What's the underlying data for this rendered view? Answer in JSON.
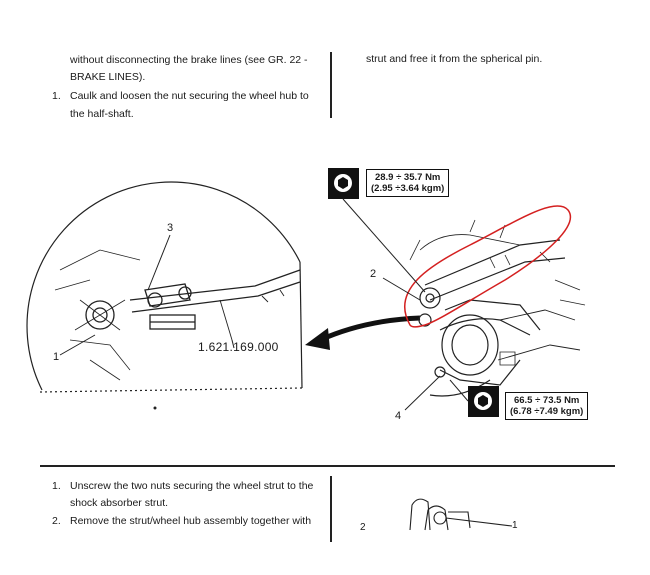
{
  "top_left": {
    "line1": "without disconnecting the brake lines (see GR. 22 -",
    "line2": "BRAKE LINES).",
    "step1_num": "1.",
    "step1_line1": "Caulk and loosen the nut securing the wheel hub to",
    "step1_line2": "the half-shaft."
  },
  "top_right": {
    "line1": "strut and free it from the spherical pin."
  },
  "figure": {
    "callout_1": "1",
    "callout_2": "2",
    "callout_3": "3",
    "callout_4": "4",
    "part_number": "1.621.169.000",
    "torque_upper": {
      "line1": "28.9 ÷ 35.7 Nm",
      "line2": "(2.95 ÷3.64 kgm)"
    },
    "torque_lower": {
      "line1": "66.5 ÷ 73.5 Nm",
      "line2": "(6.78 ÷7.49 kgm)"
    }
  },
  "bottom_left": {
    "step1_num": "1.",
    "step1_line1": "Unscrew the two nuts securing the wheel strut to the",
    "step1_line2": "shock absorber strut.",
    "step2_num": "2.",
    "step2_line1": "Remove the strut/wheel hub assembly together with"
  },
  "bottom_right": {
    "callout_2": "2",
    "callout_1": "1"
  },
  "colors": {
    "ink": "#1a1a1a",
    "highlight_red": "#d42020"
  }
}
